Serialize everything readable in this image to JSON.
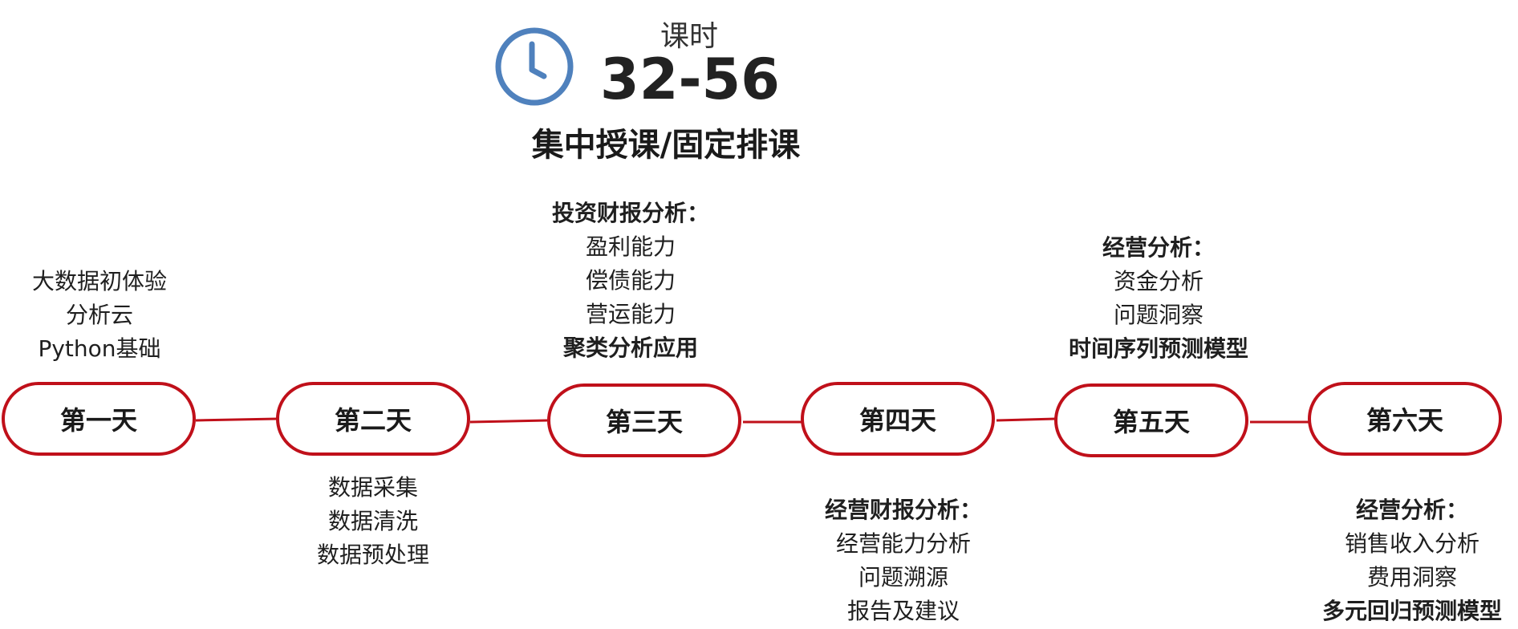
{
  "header": {
    "hours_label": "课时",
    "hours_value": "32-56",
    "schedule": "集中授课/固定排课",
    "clock_icon": "clock-icon",
    "accent_color": "#4f81bd"
  },
  "days": [
    {
      "label": "第一天",
      "items": [
        {
          "text": "大数据初体验",
          "bold": false
        },
        {
          "text": "分析云",
          "bold": false
        },
        {
          "text": "Python基础",
          "bold": false
        }
      ]
    },
    {
      "label": "第二天",
      "items": [
        {
          "text": "数据采集",
          "bold": false
        },
        {
          "text": "数据清洗",
          "bold": false
        },
        {
          "text": "数据预处理",
          "bold": false
        }
      ]
    },
    {
      "label": "第三天",
      "items": [
        {
          "text": "投资财报分析：",
          "bold": true
        },
        {
          "text": "盈利能力",
          "bold": false
        },
        {
          "text": "偿债能力",
          "bold": false
        },
        {
          "text": "营运能力",
          "bold": false
        },
        {
          "text": "聚类分析应用",
          "bold": true
        }
      ]
    },
    {
      "label": "第四天",
      "items": [
        {
          "text": "经营财报分析：",
          "bold": true
        },
        {
          "text": "经营能力分析",
          "bold": false
        },
        {
          "text": "问题溯源",
          "bold": false
        },
        {
          "text": "报告及建议",
          "bold": false
        }
      ]
    },
    {
      "label": "第五天",
      "items": [
        {
          "text": "经营分析：",
          "bold": true
        },
        {
          "text": "资金分析",
          "bold": false
        },
        {
          "text": "问题洞察",
          "bold": false
        },
        {
          "text": "时间序列预测模型",
          "bold": true
        }
      ]
    },
    {
      "label": "第六天",
      "items": [
        {
          "text": "经营分析：",
          "bold": true
        },
        {
          "text": "销售收入分析",
          "bold": false
        },
        {
          "text": "费用洞察",
          "bold": false
        },
        {
          "text": "多元回归预测模型",
          "bold": true
        }
      ]
    }
  ],
  "colors": {
    "pill_border": "#c0101a",
    "connector": "#c0101a"
  }
}
